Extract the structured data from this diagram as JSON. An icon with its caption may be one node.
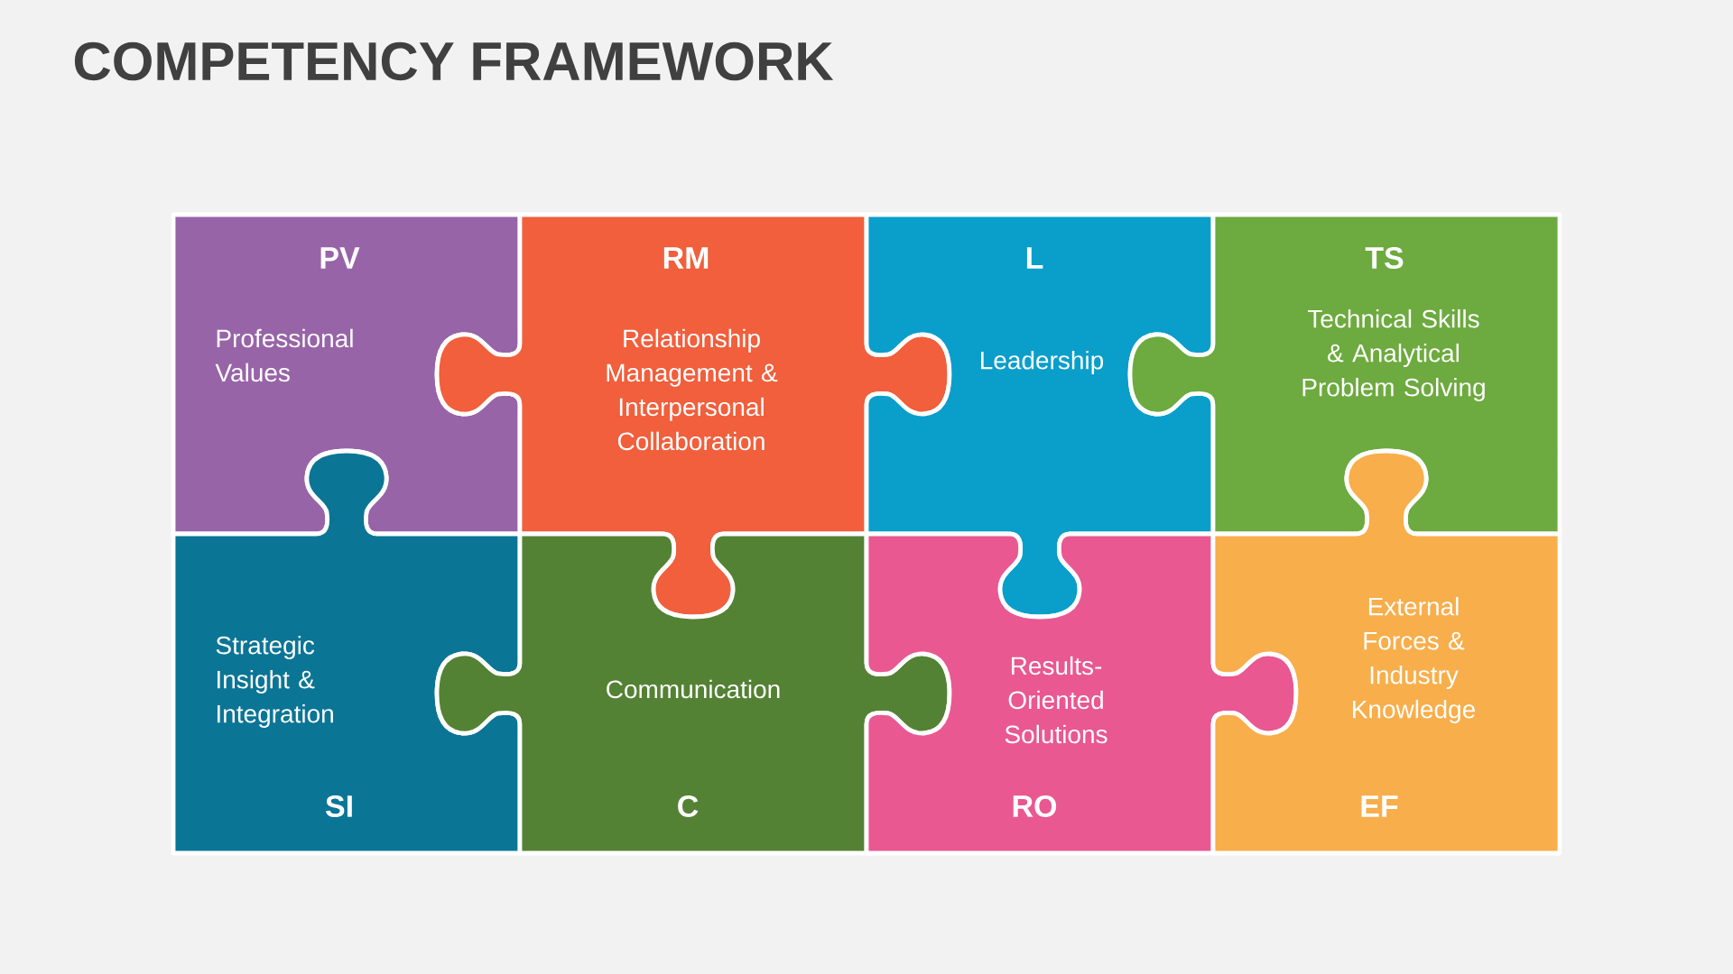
{
  "diagram": {
    "title": "COMPETENCY FRAMEWORK",
    "nodes": [
      {
        "text": [
          "PV",
          "Professional Values"
        ]
      },
      {
        "text": [
          "RM",
          "Relationship Management & Interpersonal Collaboration"
        ]
      },
      {
        "text": [
          "L",
          "Leadership"
        ]
      },
      {
        "text": [
          "TS",
          "Technical Skills & Analytical Problem Solving"
        ]
      },
      {
        "text": [
          "Strategic Insight & Integration",
          "SI"
        ]
      },
      {
        "text": [
          "Communication",
          "C"
        ]
      },
      {
        "text": [
          "Results-Oriented Solutions",
          "RO"
        ]
      },
      {
        "text": [
          "External Forces & Industry Knowledge",
          "EF"
        ]
      }
    ]
  }
}
